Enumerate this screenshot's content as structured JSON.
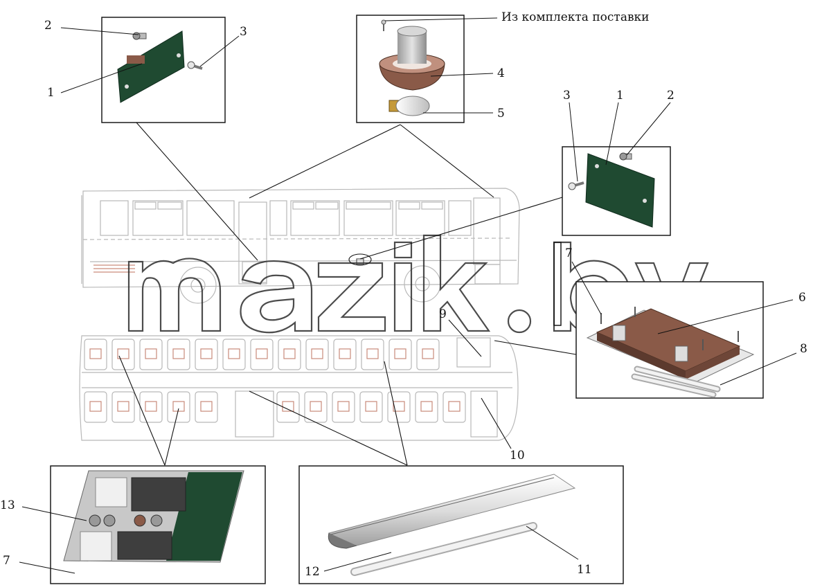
{
  "note": "Из комплекта поставки",
  "watermark": "mazik.by",
  "callouts": {
    "c1_left": "1",
    "c2_left": "2",
    "c3_left": "3",
    "c4": "4",
    "c5": "5",
    "c3_right": "3",
    "c1_right": "1",
    "c2_right": "2",
    "c7_right": "7",
    "c6": "6",
    "c8": "8",
    "c9": "9",
    "c10": "10",
    "c13": "13",
    "c7_left": "7",
    "c12": "12",
    "c11": "11"
  },
  "colors": {
    "plate_green": "#1f4a31",
    "lamp_brown": "#8a5a48",
    "line": "#1a1a1a",
    "bus_line": "#b8b8b8",
    "seat_red": "#c98a7a"
  }
}
